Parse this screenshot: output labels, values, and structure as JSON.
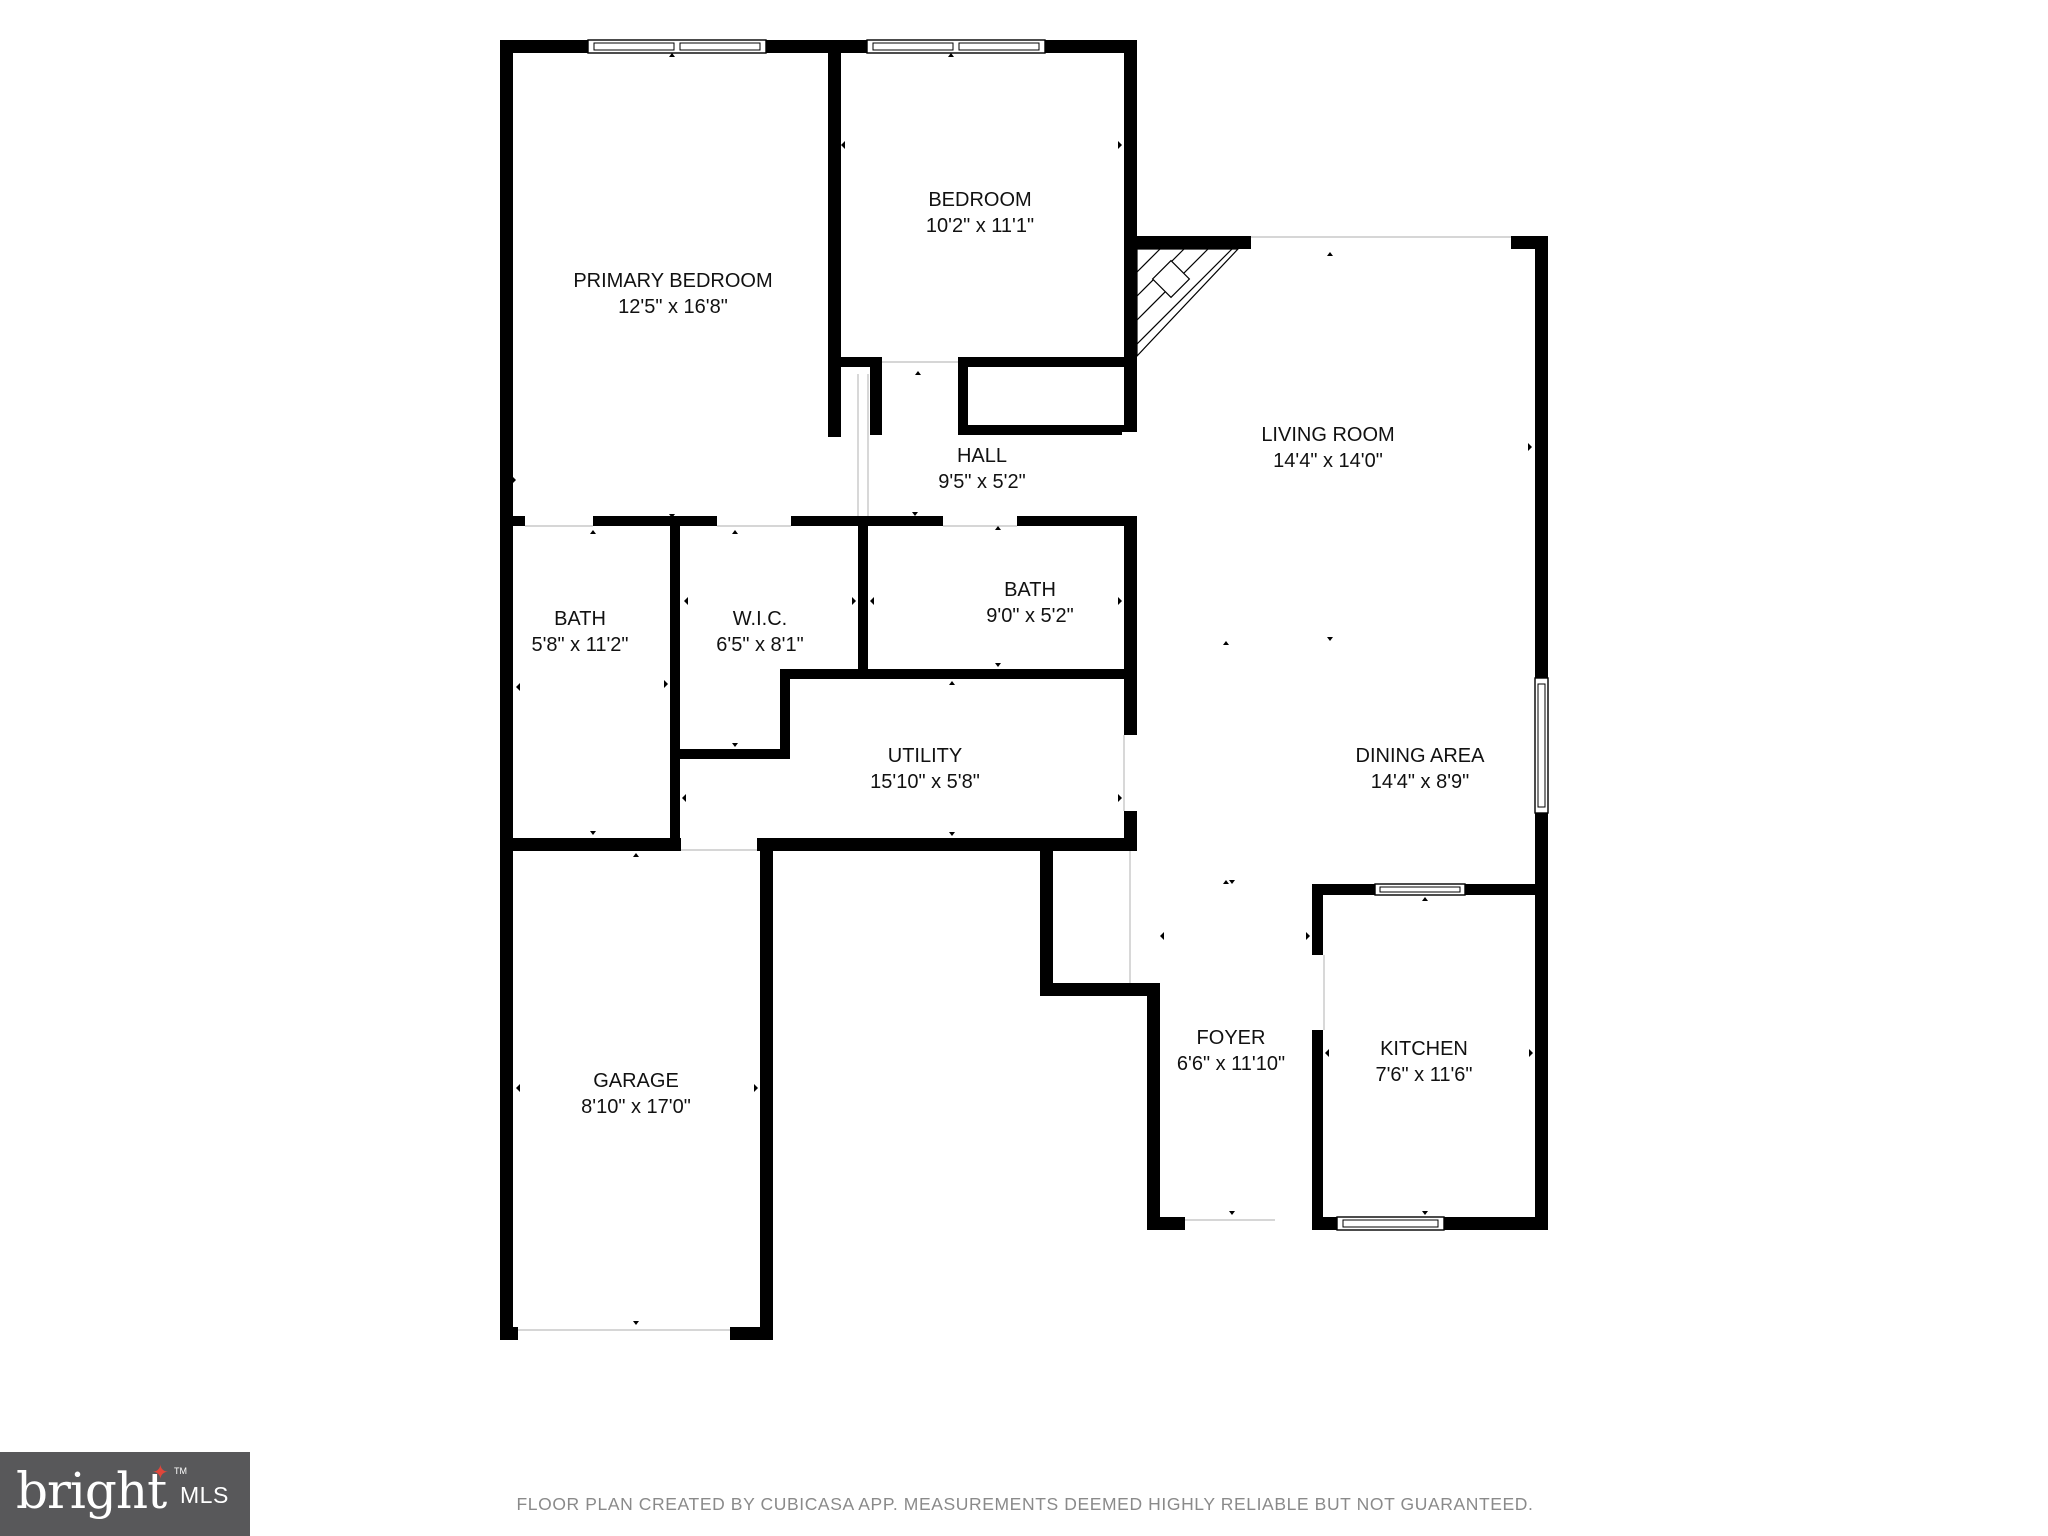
{
  "rooms": [
    {
      "name": "PRIMARY BEDROOM",
      "dimensions": "12'5\" x 16'8\""
    },
    {
      "name": "BEDROOM",
      "dimensions": "10'2\" x 11'1\""
    },
    {
      "name": "HALL",
      "dimensions": "9'5\" x 5'2\""
    },
    {
      "name": "LIVING ROOM",
      "dimensions": "14'4\" x 14'0\""
    },
    {
      "name": "BATH",
      "dimensions": "5'8\" x 11'2\""
    },
    {
      "name": "W.I.C.",
      "dimensions": "6'5\" x 8'1\""
    },
    {
      "name": "BATH",
      "dimensions": "9'0\" x 5'2\""
    },
    {
      "name": "UTILITY",
      "dimensions": "15'10\" x 5'8\""
    },
    {
      "name": "DINING AREA",
      "dimensions": "14'4\" x 8'9\""
    },
    {
      "name": "GARAGE",
      "dimensions": "8'10\" x 17'0\""
    },
    {
      "name": "FOYER",
      "dimensions": "6'6\" x 11'10\""
    },
    {
      "name": "KITCHEN",
      "dimensions": "7'6\" x 11'6\""
    }
  ],
  "footer": {
    "note": "FLOOR PLAN CREATED BY CUBICASA APP. MEASUREMENTS DEEMED HIGHLY RELIABLE BUT NOT GUARANTEED."
  },
  "logo": {
    "brand": "bright",
    "tm": "TM",
    "suffix": "MLS",
    "box_color": "#58585a",
    "star_color": "#e0463a"
  },
  "colors": {
    "wall": "#000000",
    "background": "#ffffff",
    "footer_text": "#8a8a8a"
  }
}
